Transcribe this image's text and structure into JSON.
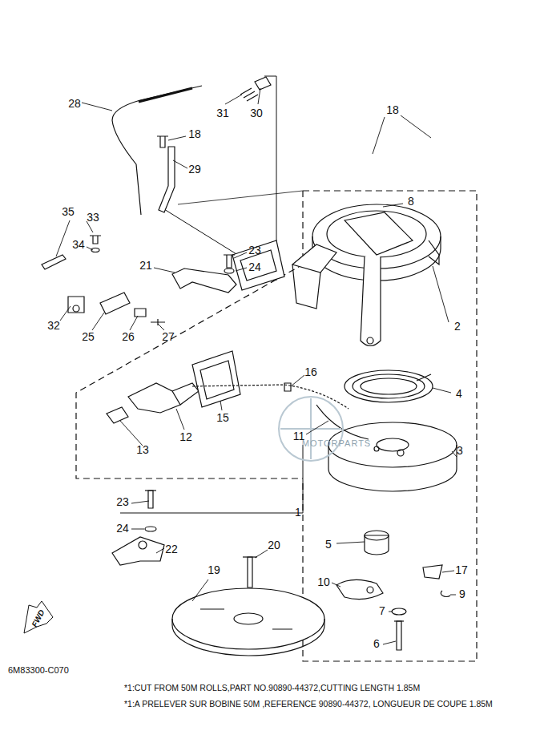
{
  "diagram": {
    "labels": [
      "28",
      "31",
      "30",
      "18",
      "18",
      "29",
      "8",
      "35",
      "33",
      "23",
      "34",
      "24",
      "21",
      "2",
      "32",
      "25",
      "26",
      "27",
      "16",
      "4",
      "15",
      "11",
      "12",
      "13",
      "3",
      "1",
      "23",
      "24",
      "22",
      "5",
      "17",
      "10",
      "9",
      "7",
      "20",
      "19",
      "6",
      "FWD",
      "MOTORPARTS",
      "6M83300-C070",
      "*1:CUT FROM 50M ROLLS,PART NO.90890-44372,CUTTING LENGTH 1.85M",
      "*1:A PRELEVER SUR BOBINE 50M ,REFERENCE 90890-44372, LONGUEUR DE COUPE 1.85M"
    ]
  }
}
